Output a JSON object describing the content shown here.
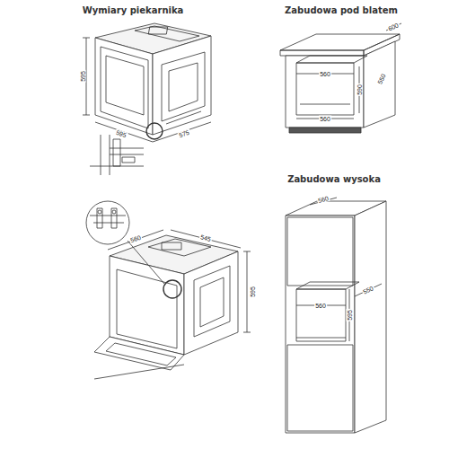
{
  "diagram": {
    "labels": [
      "Wymiary piekarnika",
      "Zabudowa pod blatem",
      "Zabudowa wysoka",
      "595",
      "595",
      "575",
      "560",
      "600",
      "550",
      "590",
      "560",
      "560",
      "560",
      "595",
      "550",
      "560",
      "545",
      "595"
    ]
  }
}
